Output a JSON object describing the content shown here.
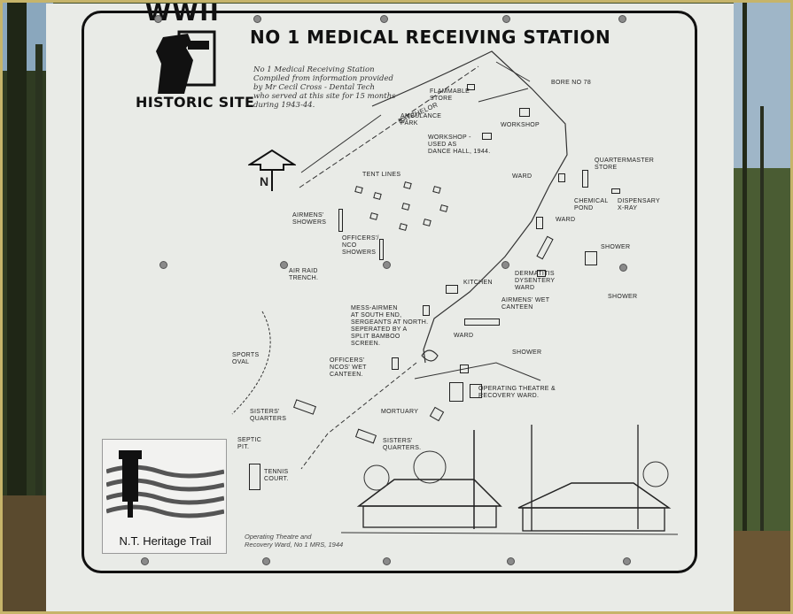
{
  "sign": {
    "title": "NO 1 MEDICAL RECEIVING STATION",
    "badge_top": "WWII",
    "historic_site": "HISTORIC SITE",
    "handwritten_note": "No 1 Medical Receiving Station\nCompiled from information provided\nby Mr Cecil Cross - Dental Tech\nwho served at this site for 15 months\nduring 1943-44.",
    "road_label": "BATCHELOR",
    "north_symbol": "N",
    "caption": "Operating Theatre and\nRecovery Ward, No 1 MRS, 1944",
    "heritage_trail": "N.T. Heritage Trail"
  },
  "labels": [
    "FLAMMABLE\nSTORE",
    "BORE No 78",
    "AMBULANCE\nPARK",
    "WORKSHOP",
    "WORKSHOP -\nUSED AS\nDANCE HALL, 1944.",
    "QUARTERMASTER\nSTORE",
    "TENT LINES",
    "WARD",
    "CHEMICAL\nPOND",
    "DISPENSARY\nX-RAY",
    "AIRMENS'\nSHOWERS",
    "WARD",
    "OFFICERS'/\nNCO\nSHOWERS",
    "SHOWER",
    "AIR RAID\nTRENCH.",
    "DERMATITIS\nDYSENTERY\nWARD",
    "KITCHEN",
    "SHOWER",
    "AIRMENS' WET\nCANTEEN",
    "MESS-AIRMEN\nAT SOUTH END,\nSERGEANTS AT NORTH.\nSEPERATED BY A\nSPLIT BAMBOO\nSCREEN.",
    "WARD",
    "SHOWER",
    "SPORTS\nOVAL",
    "OFFICERS'\nNCOs' WET\nCANTEEN.",
    "OPERATING THEATRE &\nRECOVERY WARD.",
    "SISTERS'\nQUARTERS",
    "MORTUARY",
    "SEPTIC\nPIT.",
    "SISTERS'\nQUARTERS.",
    "TENNIS\nCOURT."
  ]
}
